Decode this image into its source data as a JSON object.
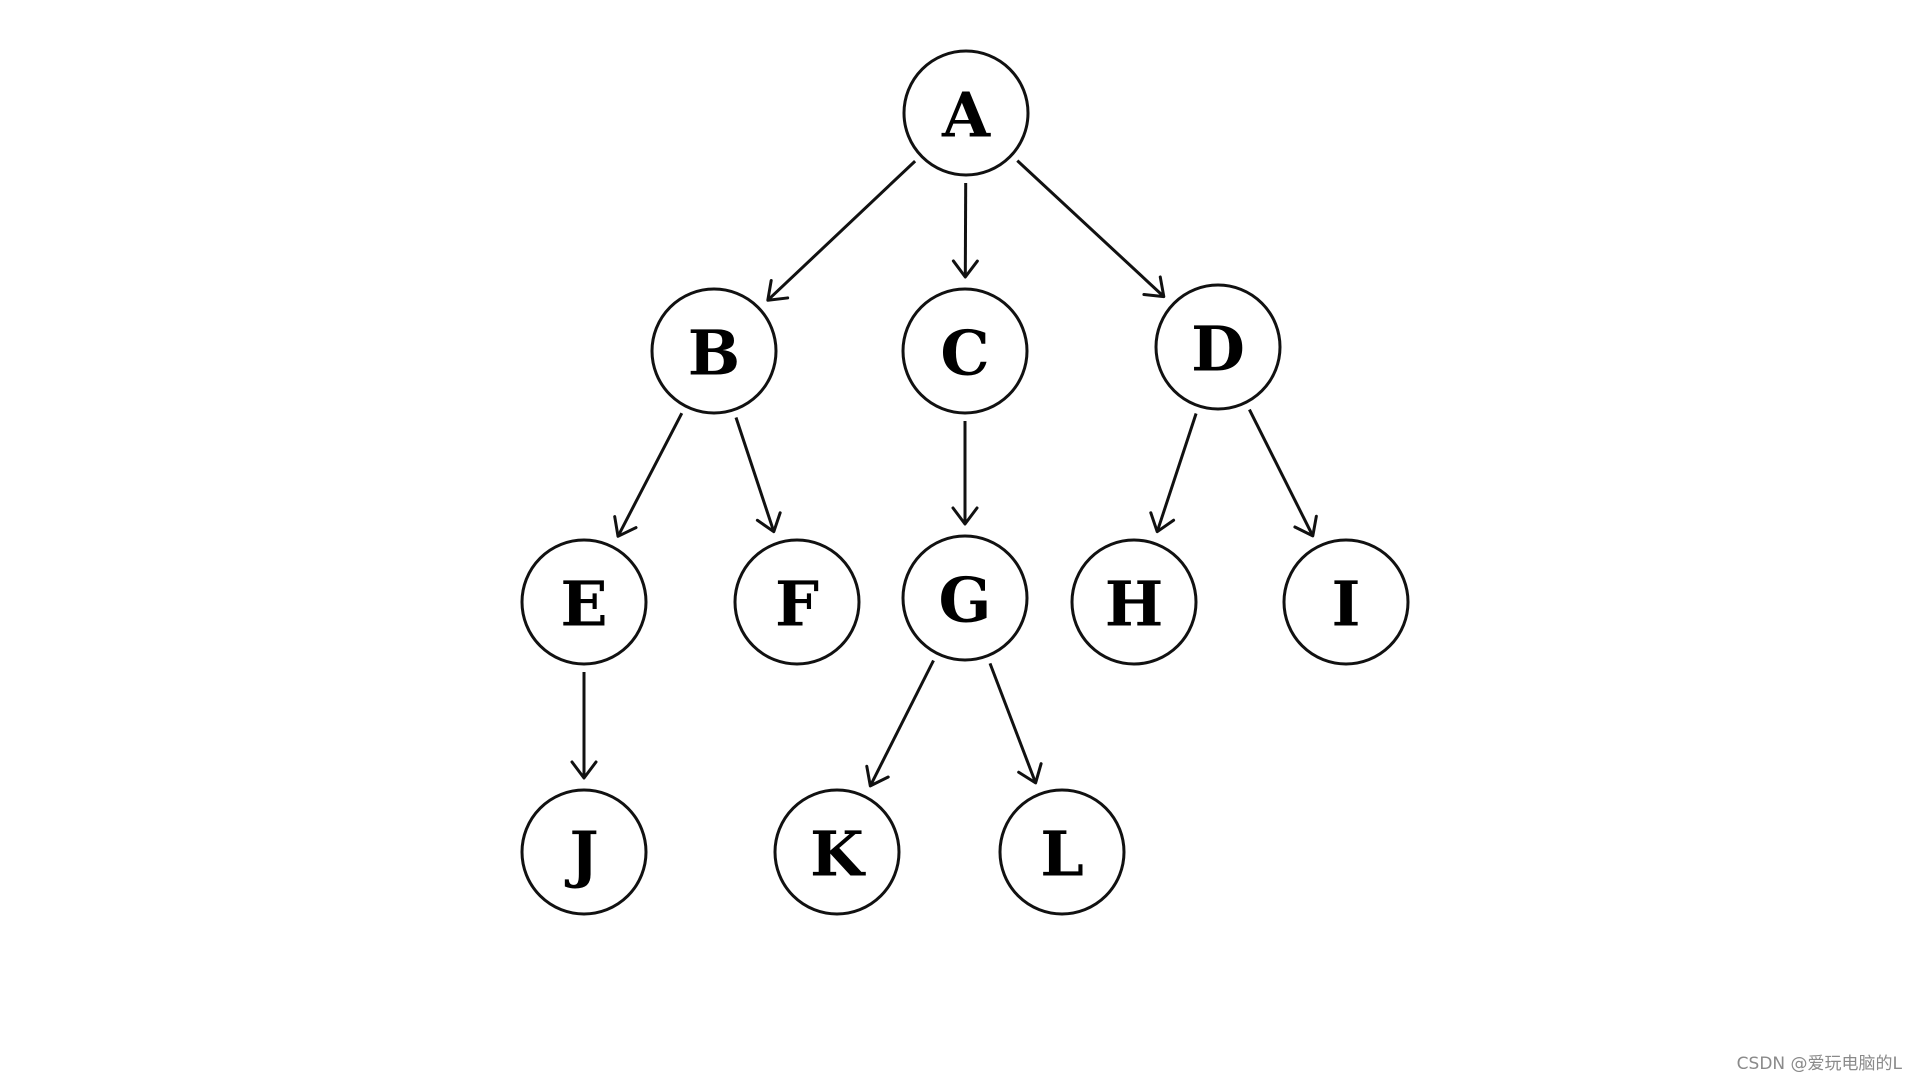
{
  "diagram": {
    "type": "tree",
    "root": "A",
    "nodes": [
      {
        "id": "A",
        "label": "A"
      },
      {
        "id": "B",
        "label": "B"
      },
      {
        "id": "C",
        "label": "C"
      },
      {
        "id": "D",
        "label": "D"
      },
      {
        "id": "E",
        "label": "E"
      },
      {
        "id": "F",
        "label": "F"
      },
      {
        "id": "G",
        "label": "G"
      },
      {
        "id": "H",
        "label": "H"
      },
      {
        "id": "I",
        "label": "I"
      },
      {
        "id": "J",
        "label": "J"
      },
      {
        "id": "K",
        "label": "K"
      },
      {
        "id": "L",
        "label": "L"
      }
    ],
    "edges": [
      {
        "from": "A",
        "to": "B"
      },
      {
        "from": "A",
        "to": "C"
      },
      {
        "from": "A",
        "to": "D"
      },
      {
        "from": "B",
        "to": "E"
      },
      {
        "from": "B",
        "to": "F"
      },
      {
        "from": "C",
        "to": "G"
      },
      {
        "from": "D",
        "to": "H"
      },
      {
        "from": "D",
        "to": "I"
      },
      {
        "from": "E",
        "to": "J"
      },
      {
        "from": "G",
        "to": "K"
      },
      {
        "from": "G",
        "to": "L"
      }
    ]
  },
  "watermark": "CSDN @爱玩电脑的L"
}
